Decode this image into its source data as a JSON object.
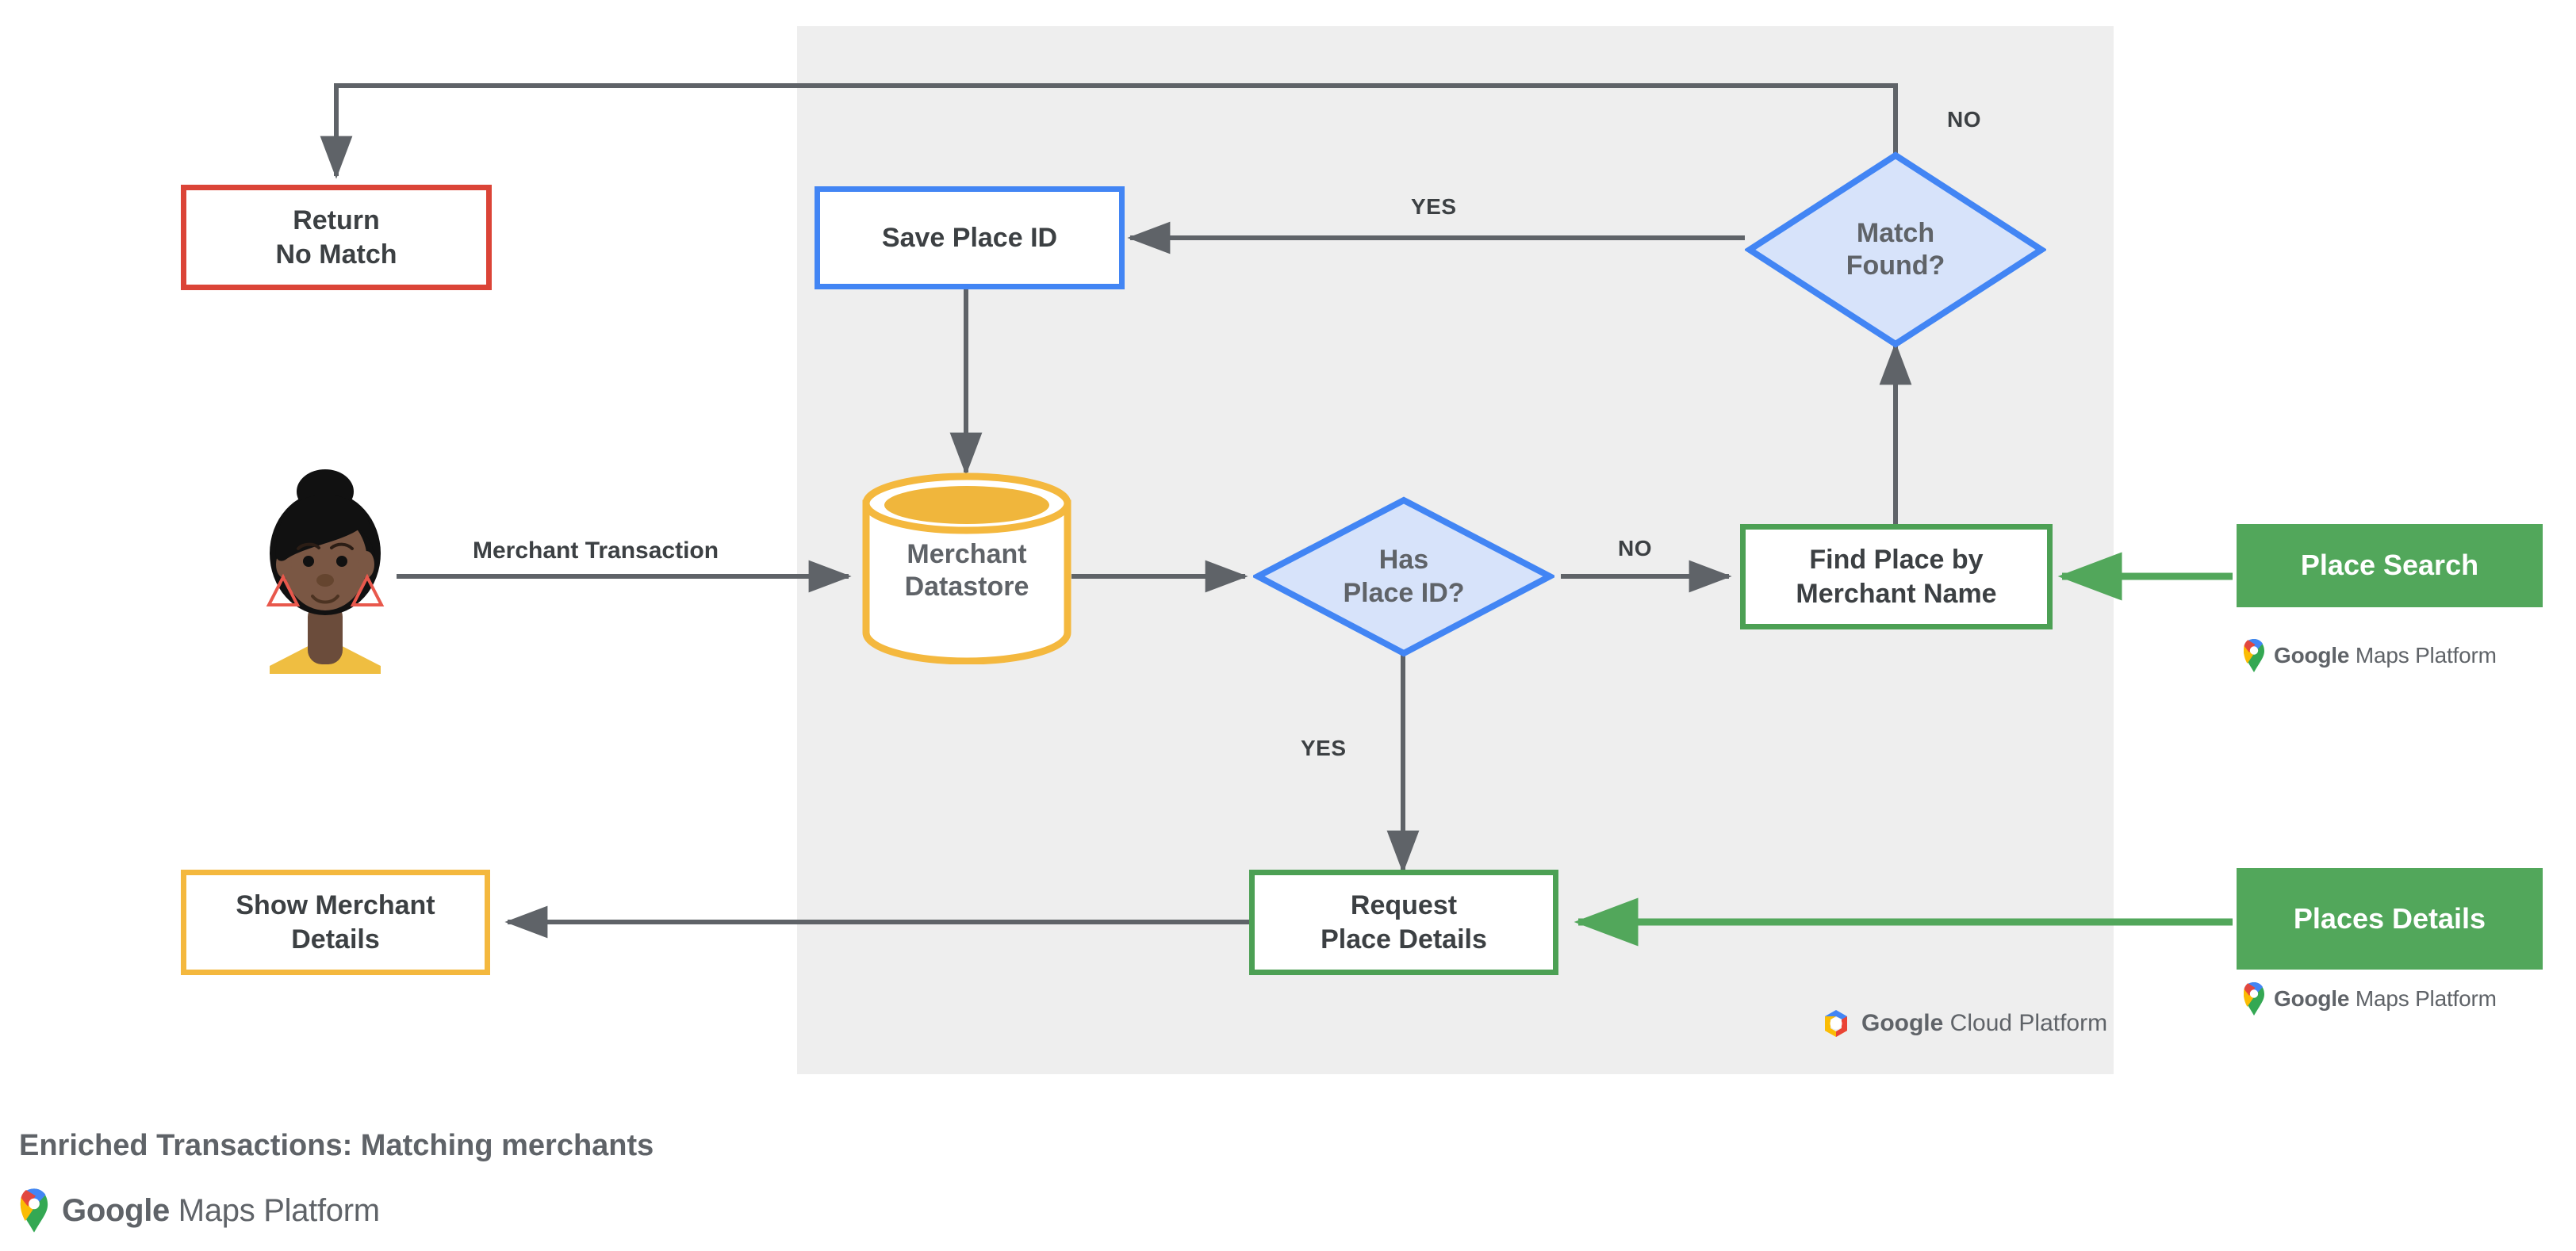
{
  "diagram": {
    "caption": "Enriched Transactions: Matching merchants",
    "footer_logo_text_bold": "Google",
    "footer_logo_text_rest": " Maps Platform",
    "panel_logo": {
      "bold": "Google",
      "rest": " Cloud Platform"
    },
    "colors": {
      "panel_bg": "#eeeeee",
      "red": "#DB4437",
      "blue": "#4285F4",
      "blue_fill": "#D7E3FA",
      "green": "#4CA054",
      "green_solid": "#52A75B",
      "yellow": "#F4B83E",
      "line": "#5f6368",
      "text": "#3c4043"
    },
    "nodes": {
      "return_no_match": "Return\nNo Match",
      "return_no_match_line1": "Return",
      "return_no_match_line2": "No Match",
      "save_place_id": "Save Place ID",
      "match_found_line1": "Match",
      "match_found_line2": "Found?",
      "merchant_datastore_line1": "Merchant",
      "merchant_datastore_line2": "Datastore",
      "has_place_id_line1": "Has",
      "has_place_id_line2": "Place ID?",
      "find_place_line1": "Find Place by",
      "find_place_line2": "Merchant Name",
      "place_search": "Place Search",
      "request_place_details_line1": "Request",
      "request_place_details_line2": "Place Details",
      "places_details": "Places Details",
      "show_merchant_details_line1": "Show Merchant",
      "show_merchant_details_line2": "Details"
    },
    "edge_labels": {
      "merchant_transaction": "Merchant Transaction",
      "yes_match": "YES",
      "no_match": "NO",
      "yes_place_id": "YES",
      "no_place_id": "NO"
    },
    "api_logo_labels": {
      "place_search_logo_bold": "Google",
      "place_search_logo_rest": " Maps Platform",
      "places_details_logo_bold": "Google",
      "places_details_logo_rest": " Maps Platform"
    }
  },
  "chart_data": {
    "type": "diagram",
    "title": "Enriched Transactions: Matching merchants",
    "nodes": [
      {
        "id": "user",
        "label": "Merchant user",
        "shape": "avatar"
      },
      {
        "id": "return_no_match",
        "label": "Return No Match",
        "shape": "rect",
        "color": "#DB4437"
      },
      {
        "id": "save_place_id",
        "label": "Save Place ID",
        "shape": "rect",
        "color": "#4285F4"
      },
      {
        "id": "match_found",
        "label": "Match Found?",
        "shape": "diamond",
        "color": "#4285F4"
      },
      {
        "id": "merchant_datastore",
        "label": "Merchant Datastore",
        "shape": "cylinder",
        "color": "#F4B83E"
      },
      {
        "id": "has_place_id",
        "label": "Has Place ID?",
        "shape": "diamond",
        "color": "#4285F4"
      },
      {
        "id": "find_place",
        "label": "Find Place by Merchant Name",
        "shape": "rect",
        "color": "#4CA054"
      },
      {
        "id": "place_search",
        "label": "Place Search",
        "shape": "rect-filled",
        "color": "#52A75B"
      },
      {
        "id": "request_place_details",
        "label": "Request Place Details",
        "shape": "rect",
        "color": "#4CA054"
      },
      {
        "id": "places_details",
        "label": "Places Details",
        "shape": "rect-filled",
        "color": "#52A75B"
      },
      {
        "id": "show_merchant_details",
        "label": "Show Merchant Details",
        "shape": "rect",
        "color": "#F4B83E"
      }
    ],
    "edges": [
      {
        "from": "user",
        "to": "merchant_datastore",
        "label": "Merchant Transaction"
      },
      {
        "from": "merchant_datastore",
        "to": "has_place_id",
        "label": ""
      },
      {
        "from": "has_place_id",
        "to": "find_place",
        "label": "NO"
      },
      {
        "from": "has_place_id",
        "to": "request_place_details",
        "label": "YES"
      },
      {
        "from": "find_place",
        "to": "match_found",
        "label": ""
      },
      {
        "from": "match_found",
        "to": "save_place_id",
        "label": "YES"
      },
      {
        "from": "match_found",
        "to": "return_no_match",
        "label": "NO"
      },
      {
        "from": "save_place_id",
        "to": "merchant_datastore",
        "label": ""
      },
      {
        "from": "place_search",
        "to": "find_place",
        "label": ""
      },
      {
        "from": "places_details",
        "to": "request_place_details",
        "label": ""
      },
      {
        "from": "request_place_details",
        "to": "show_merchant_details",
        "label": ""
      }
    ]
  }
}
